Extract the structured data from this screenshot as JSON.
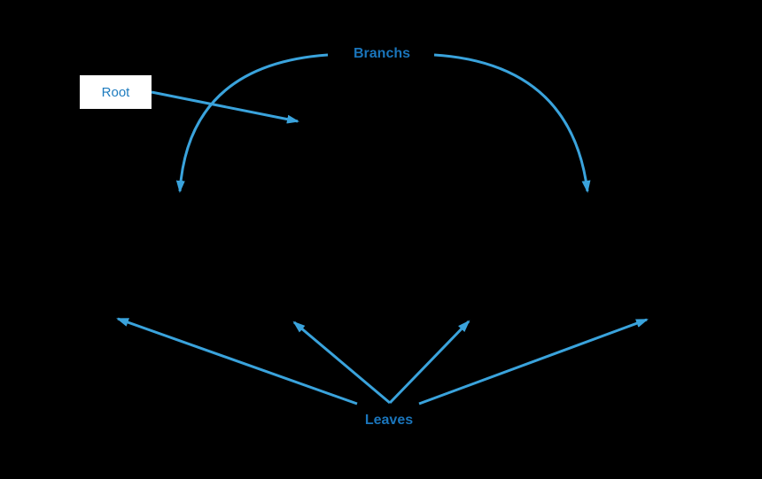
{
  "diagram": {
    "type": "tree-anatomy-annotation",
    "background_color": "#000000",
    "labels": {
      "branches": "Branchs",
      "root": "Root",
      "leaves": "Leaves"
    },
    "colors": {
      "label_text": "#1a75bb",
      "root_label_text": "#1e7cbf",
      "arrow": "#3aa3dc",
      "root_box_fill": "#ffffff"
    },
    "arrows": [
      {
        "name": "branches-arc-left",
        "from": "Branchs",
        "direction": "curves down-left, arrowhead pointing down"
      },
      {
        "name": "branches-arc-right",
        "from": "Branchs",
        "direction": "curves down-right, arrowhead pointing down"
      },
      {
        "name": "root-pointer",
        "from": "Root",
        "direction": "straight, points down-right"
      },
      {
        "name": "leaves-pointer-far-left",
        "from": "Leaves",
        "direction": "straight, points up-left"
      },
      {
        "name": "leaves-pointer-left",
        "from": "Leaves",
        "direction": "straight, points up-left"
      },
      {
        "name": "leaves-pointer-right",
        "from": "Leaves",
        "direction": "straight, points up-right"
      },
      {
        "name": "leaves-pointer-far-right",
        "from": "Leaves",
        "direction": "straight, points up-right"
      }
    ]
  }
}
